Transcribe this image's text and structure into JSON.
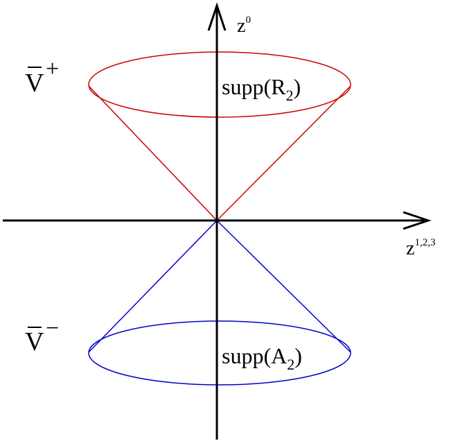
{
  "colors": {
    "axis": "#000000",
    "future_cone": "#cc0000",
    "past_cone": "#0000cc"
  },
  "axes": {
    "vertical_label": "z",
    "vertical_sup": "0",
    "horizontal_label": "z",
    "horizontal_sup": "1,2,3"
  },
  "cones": {
    "future": {
      "region_label_base": "V",
      "region_label_sign": "+",
      "support_prefix": "supp(R",
      "support_sub": "2",
      "support_suffix": ")"
    },
    "past": {
      "region_label_base": "V",
      "region_label_sign": "−",
      "support_prefix": "supp(A",
      "support_sub": "2",
      "support_suffix": ")"
    }
  }
}
